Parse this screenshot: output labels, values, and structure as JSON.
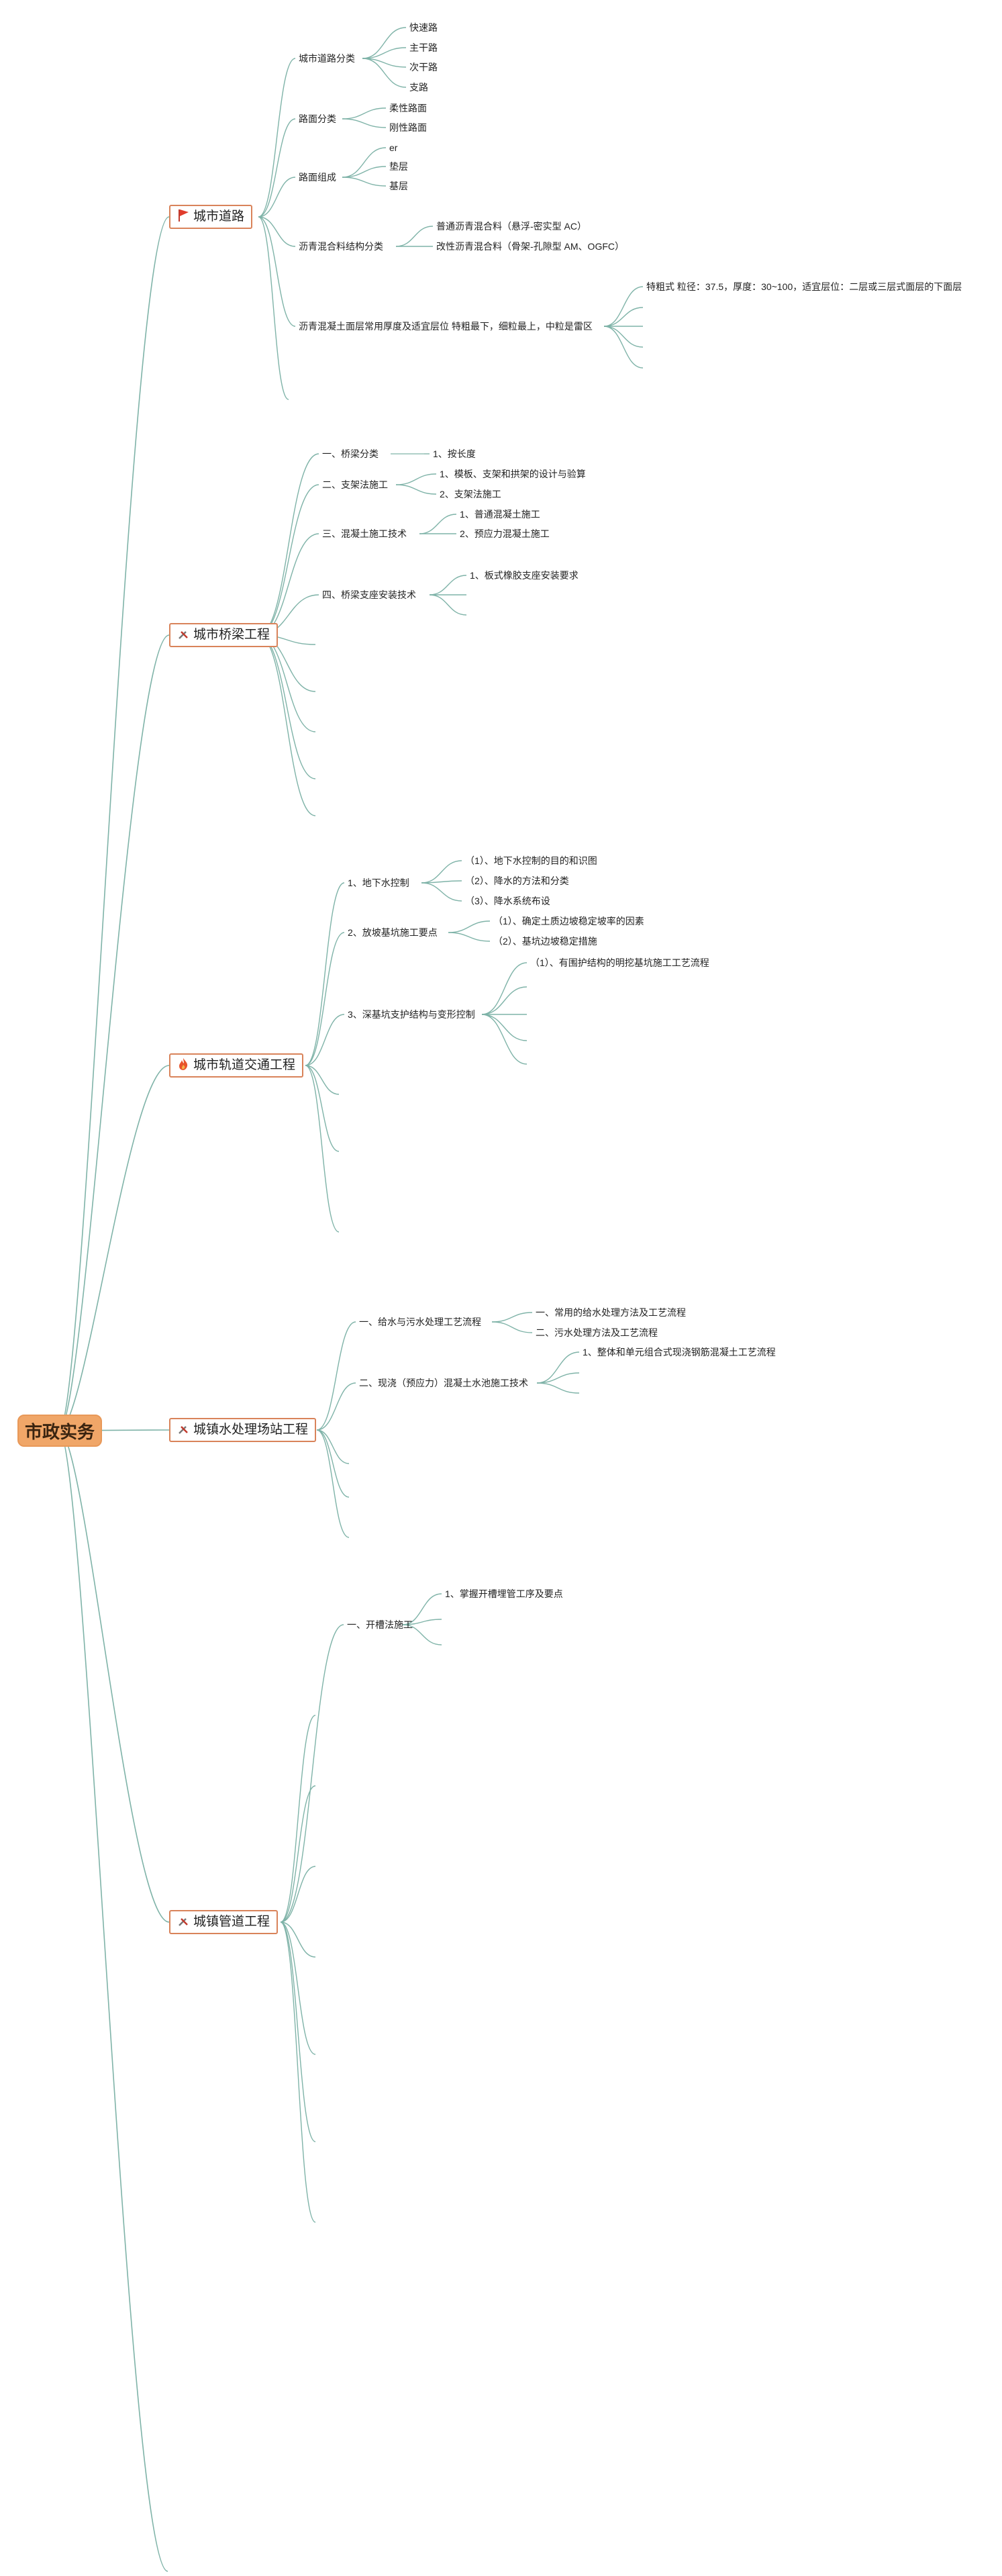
{
  "root": "市政实务",
  "branches": [
    {
      "label": "城市道路",
      "icon": "flag-icon",
      "children": [
        {
          "label": "城市道路分类",
          "children": [
            "快速路",
            "主干路",
            "次干路",
            "支路"
          ]
        },
        {
          "label": "路面分类",
          "children": [
            "柔性路面",
            "刚性路面"
          ]
        },
        {
          "label": "路面组成",
          "children": [
            "er",
            "垫层",
            "基层"
          ]
        },
        {
          "label": "沥青混合料结构分类",
          "children": [
            "普通沥青混合料（悬浮-密实型 AC）",
            "改性沥青混合料（骨架-孔隙型 AM、OGFC）"
          ]
        },
        {
          "label": "沥青混凝土面层常用厚度及适宜层位 特粗最下，细粒最上，中粒是雷区",
          "children": [
            "特粗式 粒径：37.5，厚度：30~100，适宜层位：二层或三层式面层的下面层"
          ]
        }
      ]
    },
    {
      "label": "城市桥梁工程",
      "icon": "tools-icon",
      "children": [
        {
          "label": "一、桥梁分类",
          "children": [
            "1、按长度"
          ]
        },
        {
          "label": "二、支架法施工",
          "children": [
            "1、模板、支架和拱架的设计与验算",
            "2、支架法施工"
          ]
        },
        {
          "label": "三、混凝土施工技术",
          "children": [
            "1、普通混凝土施工",
            "2、预应力混凝土施工"
          ]
        },
        {
          "label": "四、桥梁支座安装技术",
          "children": [
            "1、板式橡胶支座安装要求"
          ]
        }
      ]
    },
    {
      "label": "城市轨道交通工程",
      "icon": "fire-icon",
      "children": [
        {
          "label": "1、地下水控制",
          "children": [
            "（1）、地下水控制的目的和识图",
            "（2）、降水的方法和分类",
            "（3）、降水系统布设"
          ]
        },
        {
          "label": "2、放坡基坑施工要点",
          "children": [
            "（1）、确定土质边坡稳定坡率的因素",
            "（2）、基坑边坡稳定措施"
          ]
        },
        {
          "label": "3、深基坑支护结构与变形控制",
          "children": [
            "（1）、有围护结构的明挖基坑施工工艺流程"
          ]
        }
      ]
    },
    {
      "label": "城镇水处理场站工程",
      "icon": "tools-icon",
      "children": [
        {
          "label": "一、给水与污水处理工艺流程",
          "children": [
            "一、常用的给水处理方法及工艺流程",
            "二、污水处理方法及工艺流程"
          ]
        },
        {
          "label": "二、现浇（预应力）混凝土水池施工技术",
          "children": [
            "1、整体和单元组合式现浇钢筋混凝土工艺流程"
          ]
        }
      ]
    },
    {
      "label": "城镇管道工程",
      "icon": "tools-icon",
      "children": [
        {
          "label": "一、开槽法施工",
          "children": [
            "1、掌握开槽埋管工序及要点"
          ]
        }
      ]
    }
  ],
  "colors": {
    "line": "#7fb3a8",
    "root_fill": "#f0a668",
    "node_border": "#d9835a"
  }
}
